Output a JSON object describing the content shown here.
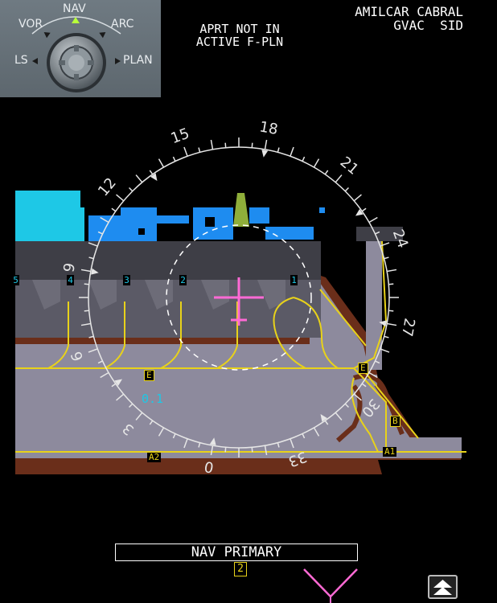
{
  "mode_selector": {
    "labels": {
      "vor": "VOR",
      "nav": "NAV",
      "arc": "ARC",
      "ls": "LS",
      "plan": "PLAN"
    },
    "selected": "NAV"
  },
  "message": {
    "line1": "APRT NOT IN",
    "line2": "ACTIVE F-PLN"
  },
  "airport": {
    "line1": "AMILCAR CABRAL",
    "line2": "GVAC  SID"
  },
  "compass": {
    "labels": [
      "9",
      "12",
      "15",
      "18",
      "21",
      "24",
      "27",
      "30",
      "33",
      "0",
      "3",
      "6"
    ]
  },
  "range_readout": "0.1",
  "gates": [
    "5",
    "4",
    "3",
    "2",
    "1"
  ],
  "taxiway_labels": {
    "e_left": "E",
    "e_right": "E",
    "b": "B",
    "a1": "A1",
    "a2": "A2"
  },
  "banner": "NAV PRIMARY",
  "banner_badge": "2",
  "colors": {
    "magenta": "#ff6ad5",
    "cyan": "#1ec8e6",
    "yellow": "#e8d21a",
    "terminal": "#3e3e46"
  }
}
